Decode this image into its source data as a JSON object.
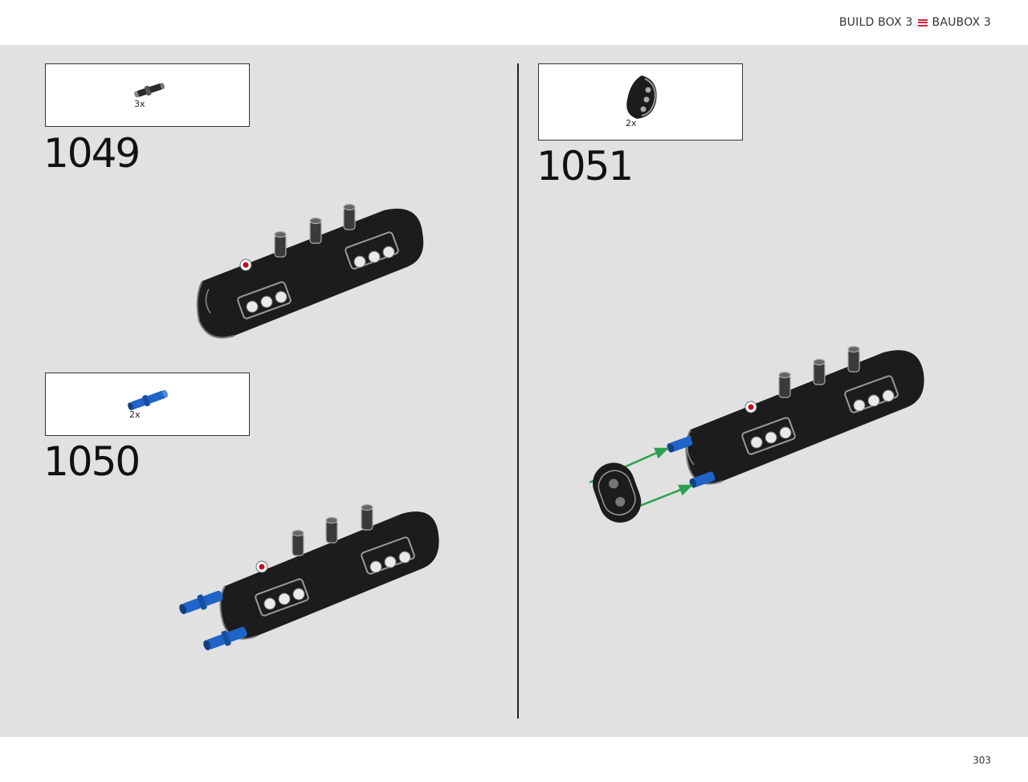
{
  "header": {
    "build_box_en": "BUILD BOX 3",
    "build_box_de": "BAUBOX 3",
    "accent_color": "#d21f3c"
  },
  "steps": [
    {
      "number": "1049",
      "parts": [
        {
          "quantity": "3x",
          "part_icon": "black-pin-with-bush"
        }
      ]
    },
    {
      "number": "1050",
      "parts": [
        {
          "quantity": "2x",
          "part_icon": "blue-axle-pin"
        }
      ]
    },
    {
      "number": "1051",
      "parts": [
        {
          "quantity": "2x",
          "part_icon": "black-curved-panel"
        }
      ]
    }
  ],
  "footer": {
    "page_number": "303"
  },
  "colors": {
    "background": "#e1e1e1",
    "part_black": "#1c1c1c",
    "part_blue": "#1f64c8",
    "arrow_green": "#2aa150"
  }
}
